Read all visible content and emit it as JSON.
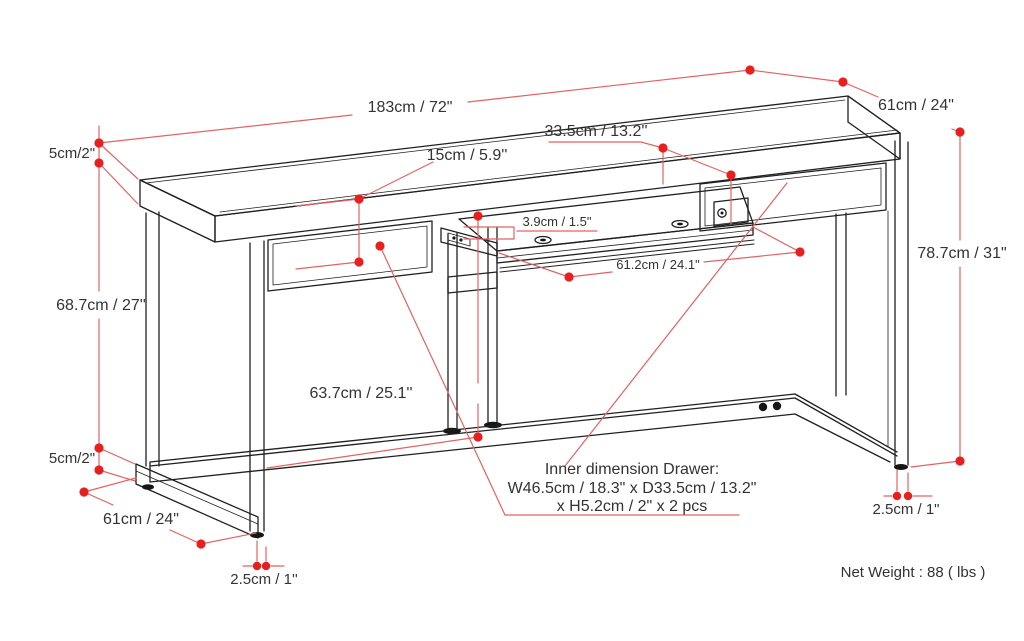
{
  "diagram": {
    "labels": {
      "top_width": "183cm / 72\"",
      "top_depth": "61cm / 24\"",
      "top_thickness": "5cm/2\"",
      "tray_depth": "33.5cm / 13.2''",
      "apron_height": "15cm / 5.9''",
      "tray_thickness": "3.9cm / 1.5\"",
      "tray_width": "61.2cm / 24.1\"",
      "total_height": "78.7cm / 31\"",
      "underdesk_height": "68.7cm / 27''",
      "clearance_height": "63.7cm / 25.1''",
      "base_rail_height": "5cm/2\"",
      "base_depth": "61cm / 24\"",
      "leg_thickness_bottom": "2.5cm / 1''",
      "leg_thickness_right": "2.5cm / 1\""
    },
    "note": {
      "line1": "Inner dimension Drawer:",
      "line2": "W46.5cm / 18.3\" x D33.5cm / 13.2\"",
      "line3": "x H5.2cm / 2\" x 2 pcs"
    },
    "net_weight": "Net Weight : 88 ( lbs )",
    "colors": {
      "dimension_line": "#e46262",
      "dimension_dot": "#e81f1f",
      "drawing_line": "#202020",
      "background": "#ffffff"
    }
  }
}
